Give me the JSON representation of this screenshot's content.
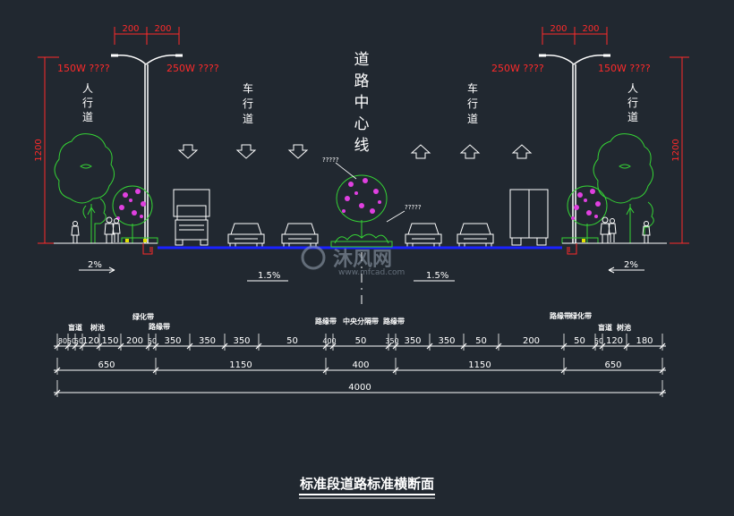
{
  "labels": {
    "lamp_left_small": "150W ????",
    "lamp_left_large": "250W ????",
    "lamp_right_large": "250W ????",
    "lamp_right_small": "150W ????",
    "lamp_arm_a": "200",
    "lamp_arm_b": "200",
    "pole_height": "1200",
    "sidewalk": [
      "人",
      "行",
      "道"
    ],
    "carriageway": [
      "车",
      "行",
      "道"
    ],
    "centerline": [
      "道",
      "路",
      "中",
      "心",
      "线"
    ],
    "tree_tag": "?????",
    "median_tag": "?????",
    "slope_side": "2%",
    "slope_road": "1.5%",
    "watermark": "沐风网",
    "watermark_url": "www.mfcad.com",
    "title": "标准段道路标准横断面"
  },
  "zone_labels": {
    "blind_path": "盲道",
    "tree_pool": "树池",
    "green_belt": "绿化带",
    "kerb_belt": "路缘带",
    "center_divider": "中央分隔带"
  },
  "dimensions": {
    "row1": [
      "80",
      "50",
      "50",
      "120",
      "150",
      "200",
      "50",
      "350",
      "350",
      "350",
      "50",
      "400",
      "50",
      "350",
      "350",
      "350",
      "50",
      "200",
      "50",
      "50",
      "120",
      "180"
    ],
    "row2": [
      "650",
      "1150",
      "400",
      "1150",
      "650"
    ],
    "row3": [
      "4000"
    ]
  },
  "colors": {
    "background": "#212830",
    "line": "#ffffff",
    "red": "#ff2a2a",
    "road": "#1a22ff",
    "tree_green": "#35d335",
    "flower": "#e040e0"
  }
}
